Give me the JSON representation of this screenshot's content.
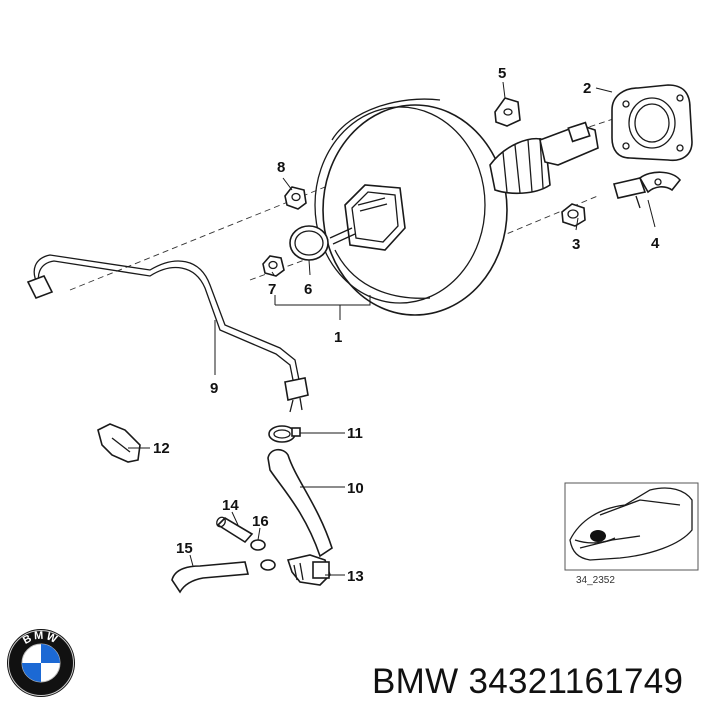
{
  "callouts": {
    "c1": "1",
    "c2": "2",
    "c3": "3",
    "c4": "4",
    "c5": "5",
    "c6": "6",
    "c7": "7",
    "c8": "8",
    "c9": "9",
    "c10": "10",
    "c11": "11",
    "c12": "12",
    "c13": "13",
    "c14": "14",
    "c15": "15",
    "c16": "16"
  },
  "inset": {
    "code": "34_2352"
  },
  "footer": {
    "brand": "BMW",
    "part_number": "34321161749",
    "text": "BMW 34321161749"
  },
  "logo": {
    "letters": "BMW",
    "colors": {
      "blue": "#1c69d4",
      "white": "#ffffff",
      "ring": "#111111"
    }
  }
}
